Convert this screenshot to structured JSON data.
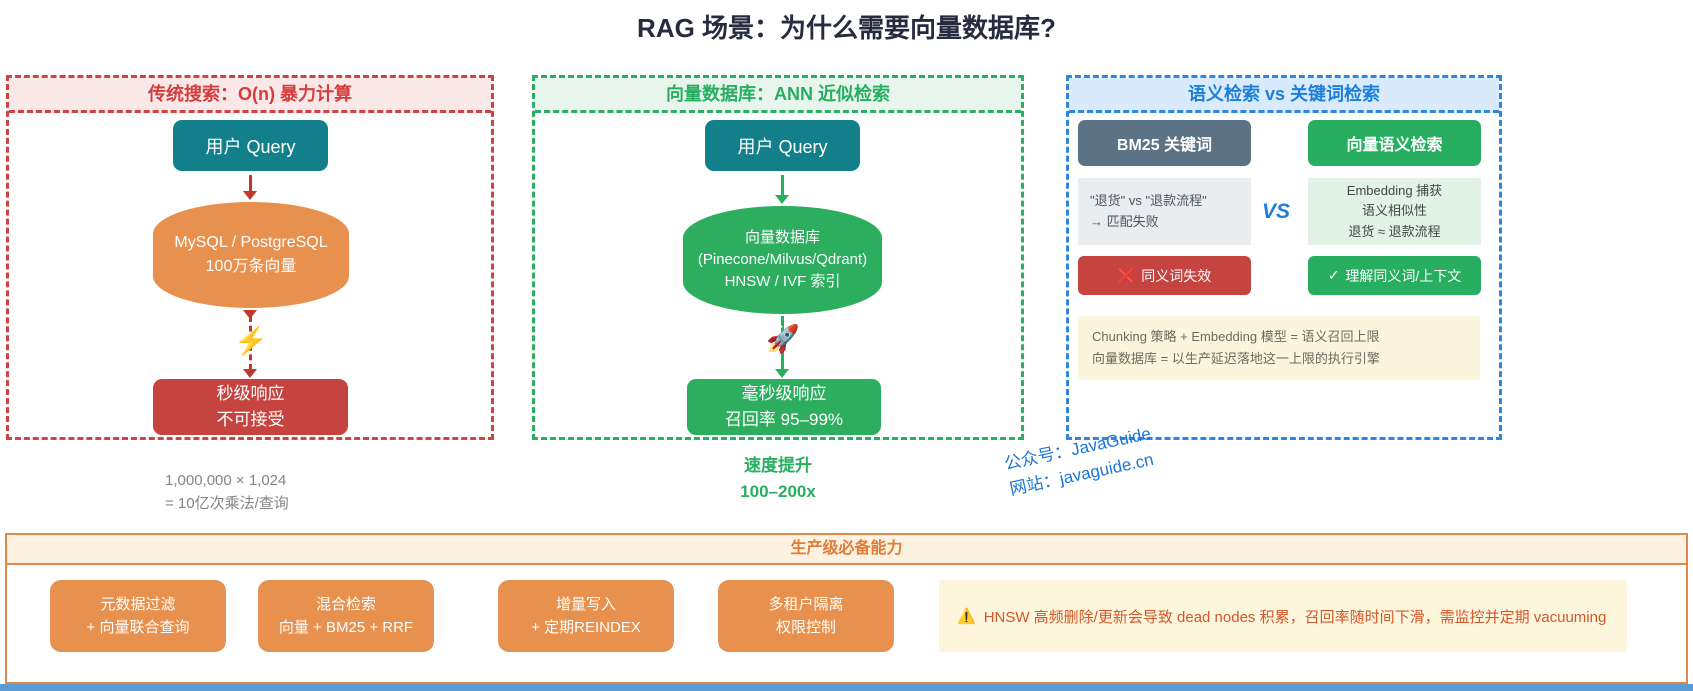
{
  "title": "RAG 场景：为什么需要向量数据库?",
  "colors": {
    "red_accent": "#cf4343",
    "green_accent": "#27ae60",
    "blue_accent": "#2e86de",
    "orange_accent": "#e8914e",
    "teal_node": "#137f8b",
    "watermark_blue": "#1b76d9"
  },
  "icons": {
    "lightning": "⚡",
    "rocket": "🚀",
    "fail_cross": "❌",
    "success_check": "✓",
    "warning": "⚠️"
  },
  "panel_traditional": {
    "header": "传统搜索：O(n) 暴力计算",
    "query_box": "用户 Query",
    "db_lines": [
      "MySQL / PostgreSQL",
      "100万条向量"
    ],
    "result_lines": [
      "秒级响应",
      "不可接受"
    ],
    "caption_lines": [
      "1,000,000 × 1,024",
      "= 10亿次乘法/查询"
    ]
  },
  "panel_vector": {
    "header": "向量数据库：ANN 近似检索",
    "query_box": "用户 Query",
    "db_lines": [
      "向量数据库",
      "(Pinecone/Milvus/Qdrant)",
      "HNSW / IVF 索引"
    ],
    "result_lines": [
      "毫秒级响应",
      "召回率 95–99%"
    ],
    "caption_lines": [
      "速度提升",
      "100–200x"
    ]
  },
  "panel_compare": {
    "header": "语义检索 vs 关键词检索",
    "bm25": {
      "title": "BM25 关键词",
      "detail_lines": [
        "\"退货\" vs \"退款流程\"",
        "→ 匹配失败"
      ],
      "verdict": "同义词失效"
    },
    "vs_label": "VS",
    "semantic": {
      "title": "向量语义检索",
      "detail_lines": [
        "Embedding 捕获",
        "语义相似性",
        "退货 ≈ 退款流程"
      ],
      "verdict": "理解同义词/上下文"
    },
    "note_lines": [
      "Chunking 策略 + Embedding 模型 = 语义召回上限",
      "向量数据库 = 以生产延迟落地这一上限的执行引擎"
    ]
  },
  "watermark": {
    "line1": "公众号：JavaGuide",
    "line2": "网站：javaguide.cn"
  },
  "panel_production": {
    "header": "生产级必备能力",
    "capabilities": [
      {
        "lines": [
          "元数据过滤",
          "+ 向量联合查询"
        ]
      },
      {
        "lines": [
          "混合检索",
          "向量 + BM25 + RRF"
        ]
      },
      {
        "lines": [
          "增量写入",
          "+ 定期REINDEX"
        ]
      },
      {
        "lines": [
          "多租户隔离",
          "权限控制"
        ]
      }
    ],
    "warning_text": "HNSW 高频删除/更新会导致 dead nodes 积累，召回率随时间下滑，需监控并定期 vacuuming"
  }
}
